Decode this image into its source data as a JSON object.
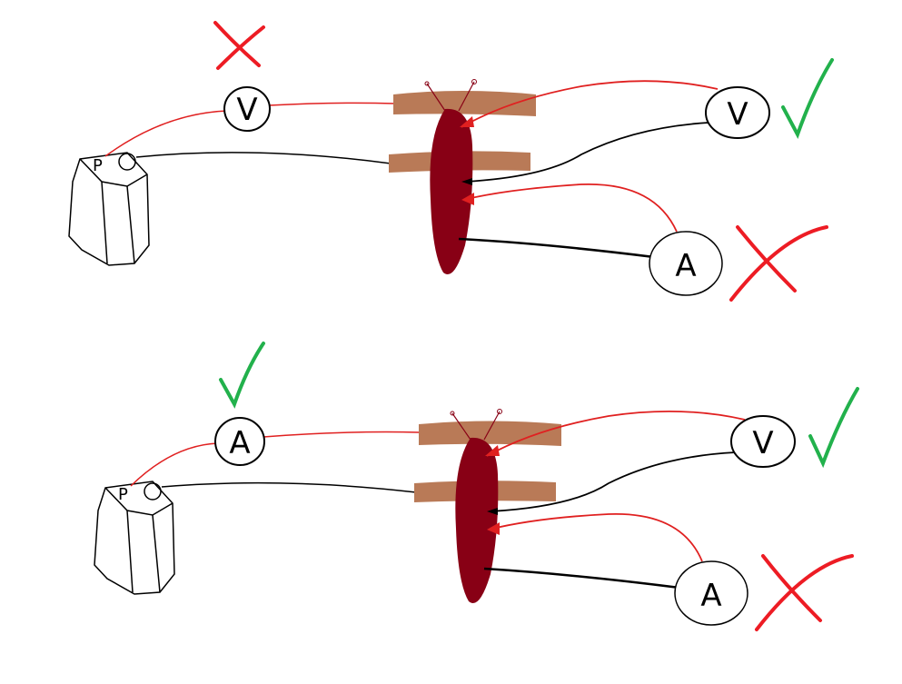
{
  "colors": {
    "red_wire": "#e02020",
    "black_wire": "#000000",
    "electrode": "#b97a57",
    "tissue": "#880015",
    "check": "#22b14c",
    "cross": "#ed1c24"
  },
  "setups": [
    {
      "battery_terminals": {
        "positive": "P",
        "negative": ""
      },
      "series_meter": {
        "label": "V",
        "verdict": "cross-icon"
      },
      "right_meter_top": {
        "label": "V",
        "verdict": "check-icon"
      },
      "right_meter_bottom": {
        "label": "A",
        "verdict": "cross-icon"
      }
    },
    {
      "battery_terminals": {
        "positive": "P",
        "negative": ""
      },
      "series_meter": {
        "label": "A",
        "verdict": "check-icon"
      },
      "right_meter_top": {
        "label": "V",
        "verdict": "check-icon"
      },
      "right_meter_bottom": {
        "label": "A",
        "verdict": "cross-icon"
      }
    }
  ]
}
